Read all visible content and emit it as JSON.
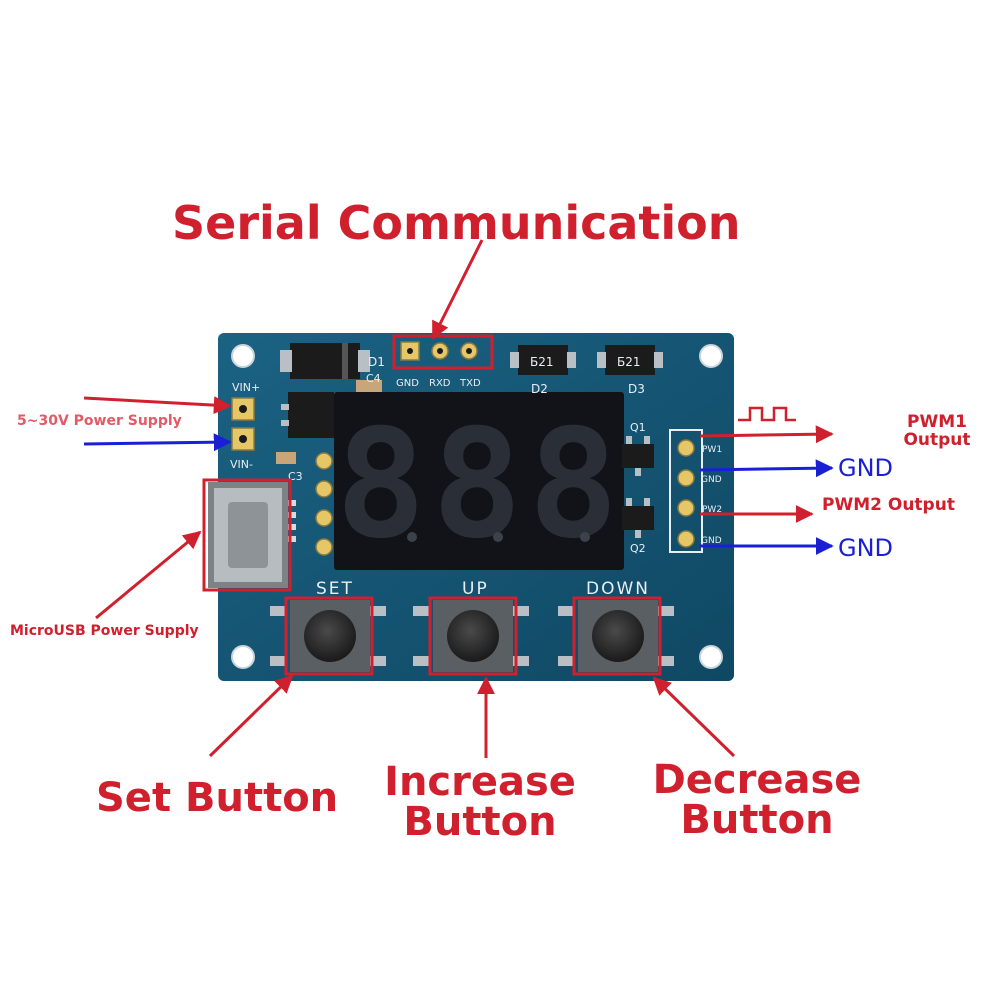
{
  "labels": {
    "serial": "Serial Communication",
    "power_supply": "5~30V Power Supply",
    "microusb": "MicroUSB Power Supply",
    "pwm1_output": "PWM1 Output",
    "pwm2_output": "PWM2 Output",
    "gnd1": "GND",
    "gnd2": "GND",
    "set_button": "Set Button",
    "increase_button": "Increase Button",
    "decrease_button": "Decrease Button"
  },
  "board": {
    "vin_plus": "VIN+",
    "vin_minus": "VIN-",
    "pin_gnd": "GND",
    "pin_rxd": "RXD",
    "pin_txd": "TXD",
    "d1": "D1",
    "c4": "C4",
    "c3": "C3",
    "d2": "D2",
    "d3": "D3",
    "d2_mark": "Б21",
    "d3_mark": "Б21",
    "q1": "Q1",
    "q2": "Q2",
    "pw1": "PW1",
    "gnd_a": "GND",
    "pw2": "PW2",
    "gnd_b": "GND",
    "set": "SET",
    "up": "UP",
    "down": "DOWN",
    "display": "888"
  },
  "colors": {
    "annotation_red": "#d0202e",
    "annotation_blue": "#1a1fd6",
    "pcb_blue": "#14506e",
    "display_black": "#111318"
  }
}
